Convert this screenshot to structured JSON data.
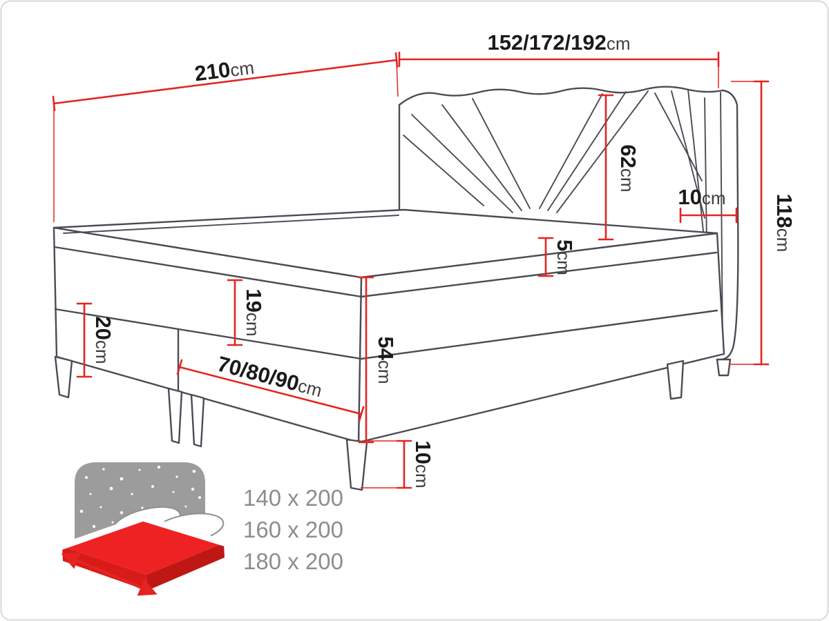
{
  "figure": {
    "type": "bed-dimension-diagram",
    "subject": "boxspring bed with chevron headboard"
  },
  "dimensions": {
    "depth": {
      "value": "210",
      "unit": "cm"
    },
    "headboard_width": {
      "value": "152/172/192",
      "unit": "cm"
    },
    "headboard_above_mattress": {
      "value": "62",
      "unit": "cm"
    },
    "headboard_panel": {
      "value": "10",
      "unit": "cm"
    },
    "total_height": {
      "value": "118",
      "unit": "cm"
    },
    "topper_height": {
      "value": "5",
      "unit": "cm"
    },
    "mattress_height": {
      "value": "19",
      "unit": "cm"
    },
    "base_height": {
      "value": "20",
      "unit": "cm"
    },
    "side_height": {
      "value": "54",
      "unit": "cm"
    },
    "half_width": {
      "value": "70/80/90",
      "unit": "cm"
    },
    "leg_height": {
      "value": "10",
      "unit": "cm"
    }
  },
  "available_sizes": [
    "140 x 200",
    "160 x 200",
    "180 x 200"
  ],
  "icons": {
    "bed_size_icon": "bed-with-starry-headboard",
    "width_arrow_icon": "double-headed-arrow"
  },
  "colors": {
    "dimension_red": "#e52421",
    "outline_gray": "#4b4b55",
    "icon_gray": "#9c9c9c",
    "mattress_red": "#ee2222",
    "text_dark": "#1a1a1a",
    "text_muted": "#8d8d8d"
  }
}
